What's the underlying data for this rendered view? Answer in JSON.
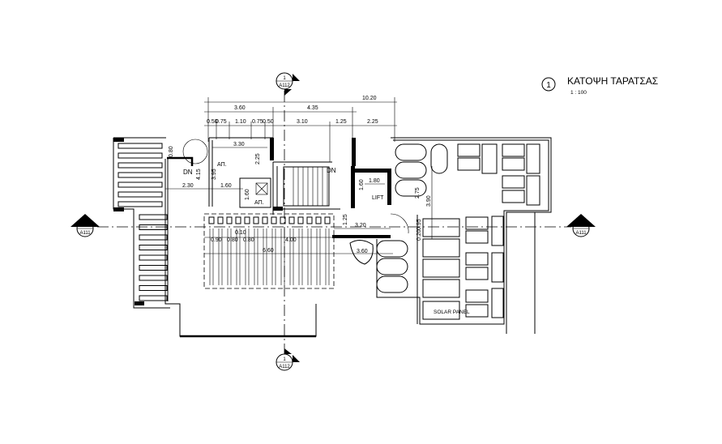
{
  "title": {
    "number": "1",
    "text": "ΚΑΤΟΨΗ ΤΑΡΑΤΣΑΣ",
    "scale": "1 : 100"
  },
  "section_markers": {
    "top": {
      "number": "1",
      "sheet": "A112"
    },
    "bottom": {
      "number": "1",
      "sheet": "A112"
    },
    "left": {
      "number": "1",
      "sheet": "A111"
    },
    "right": {
      "number": "1",
      "sheet": "A111"
    }
  },
  "dimensions": {
    "overall": "10.20",
    "row2": [
      "3.60",
      "4.35"
    ],
    "row3": [
      "0.50",
      "0.75",
      "1.10",
      "0.75",
      "0.50",
      "3.10",
      "1.25",
      "2.25"
    ],
    "room_width": "3.30",
    "room_height_a": "2.25",
    "room_height_b": "3.95",
    "stair_h": "4.15",
    "spiral_w": "0.80",
    "left_w": "2.30",
    "room_w2": "1.60",
    "wc_h": "1.60",
    "lift_w": "1.80",
    "lift_h": "1.60",
    "pergola_a": "0.10",
    "pergola_b": "0.90",
    "pergola_c": "0.80",
    "pergola_d": "0.80",
    "pergola_e": "4.00",
    "pergola_total": "6.60",
    "landing": "3.20",
    "landing_h": "1.25",
    "tub": "3.60",
    "right_a": "2.75",
    "right_b": "3.90",
    "right_c": "0.20",
    "right_d": "0.95"
  },
  "labels": {
    "dn_left": "DN",
    "dn_stair": "DN",
    "room_ap": "ΑΠ.",
    "wc_ap": "ΑΠ.",
    "lift": "LIFT",
    "solar_panel": "SOLAR PANEL"
  }
}
